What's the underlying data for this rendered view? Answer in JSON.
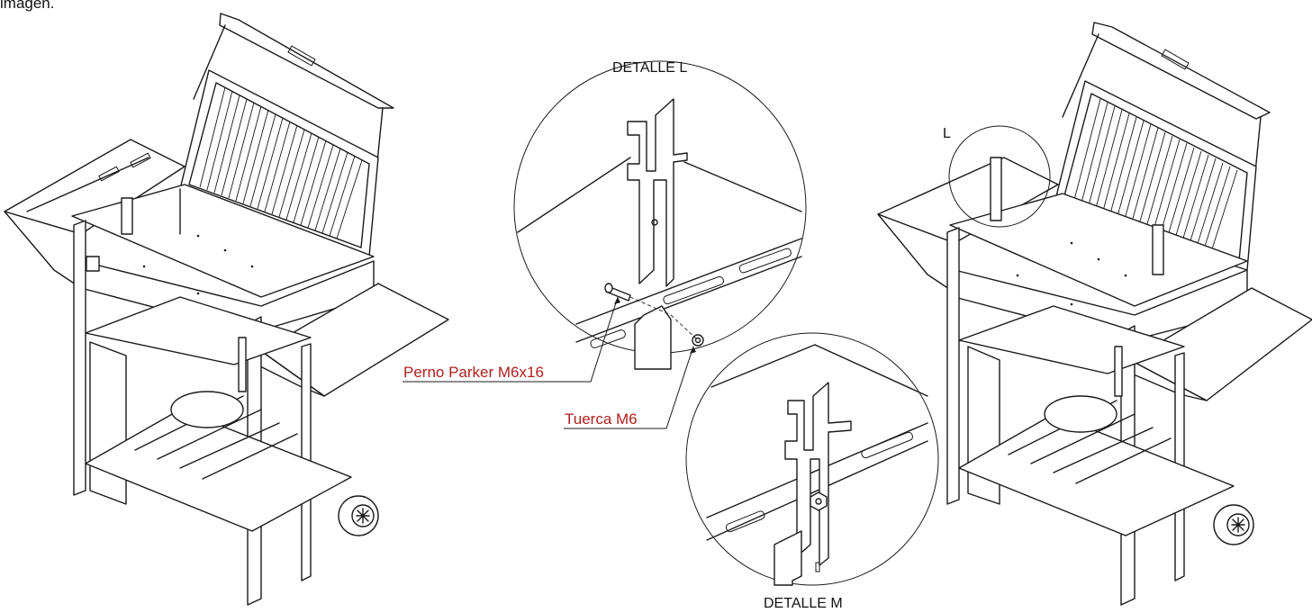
{
  "caption_fragment": "imagen.",
  "detail_l": {
    "title": "DETALLE L",
    "callout_letter": "L"
  },
  "detail_m": {
    "title": "DETALLE M"
  },
  "parts": {
    "bolt": "Perno Parker M6x16",
    "nut": "Tuerca M6"
  },
  "colors": {
    "callout_text": "#b01e1e",
    "line": "#1a1a1a"
  }
}
